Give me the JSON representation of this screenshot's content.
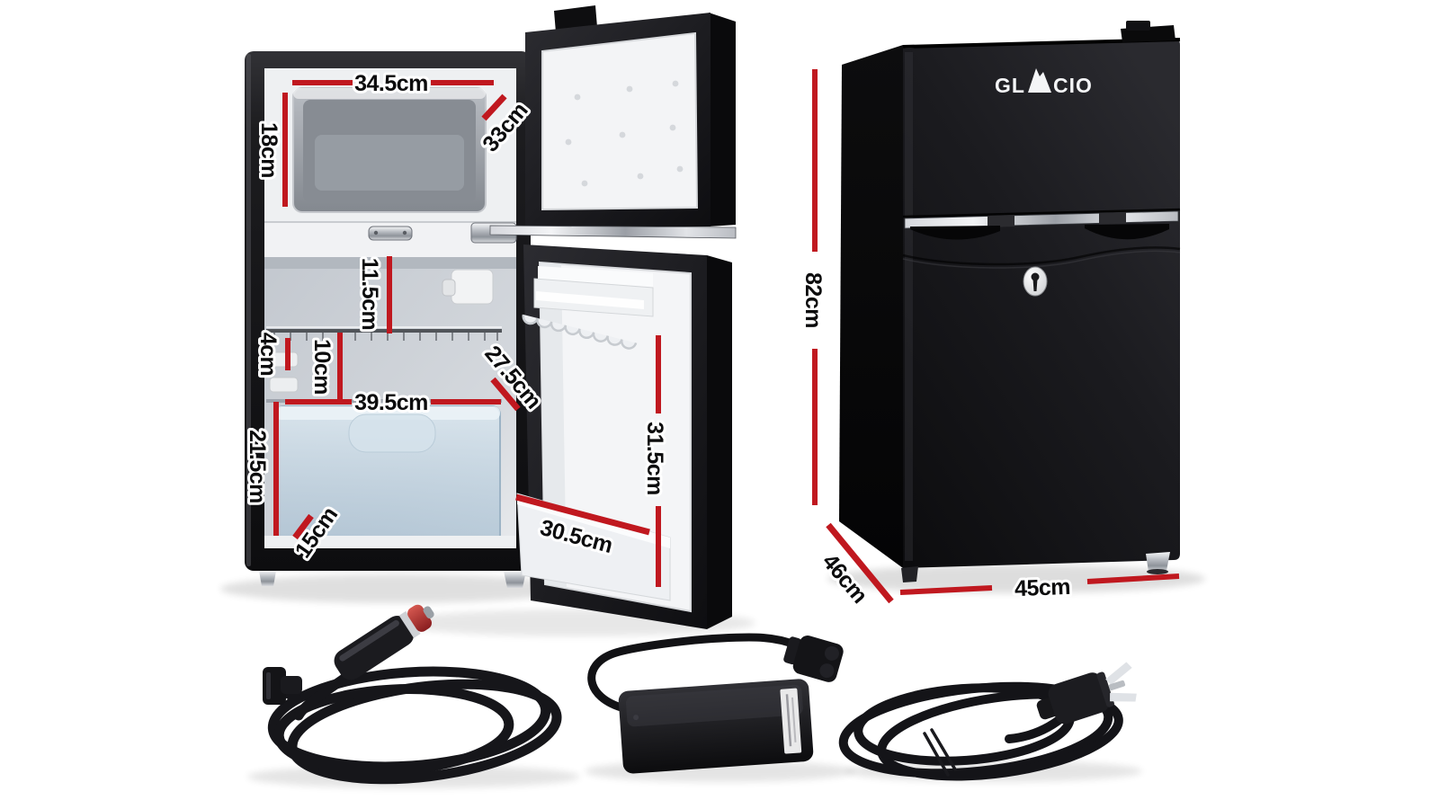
{
  "scene": {
    "background": "#ffffff",
    "description": "Product dimension diagram of a Glacio two-door bar fridge: open interior view with measurements, closed front view with overall size, and included power accessories"
  },
  "brand": {
    "logo_full": "GLACIO",
    "logo_left": "GL",
    "logo_right": "CIO",
    "logo_color": "#f4f5f7"
  },
  "style": {
    "dimension_line_color": "#c0181f",
    "label_text_color": "#0c0c0d",
    "label_halo_color": "#ffffff",
    "fridge_body_color": "#131316"
  },
  "open_fridge": {
    "view": "open-interior-view",
    "dims": {
      "freezer_width": "34.5cm",
      "freezer_depth": "33cm",
      "freezer_height": "18cm",
      "top_shelf_gap": "11.5cm",
      "left_gap": "4cm",
      "mid_shelf_gap": "10cm",
      "fridge_depth": "27.5cm",
      "fridge_width": "39.5cm",
      "lower_height": "21.5cm",
      "crisper_height": "15cm",
      "door_height": "31.5cm",
      "door_width": "30.5cm"
    }
  },
  "closed_fridge": {
    "view": "closed-front-view",
    "dims": {
      "height": "82cm",
      "depth": "46cm",
      "width": "45cm"
    }
  },
  "accessories": {
    "items": [
      {
        "id": "car-charger",
        "name": "12V car charger cable"
      },
      {
        "id": "power-adapter",
        "name": "AC/DC power adapter"
      },
      {
        "id": "power-cord",
        "name": "AC wall power cord"
      }
    ]
  }
}
